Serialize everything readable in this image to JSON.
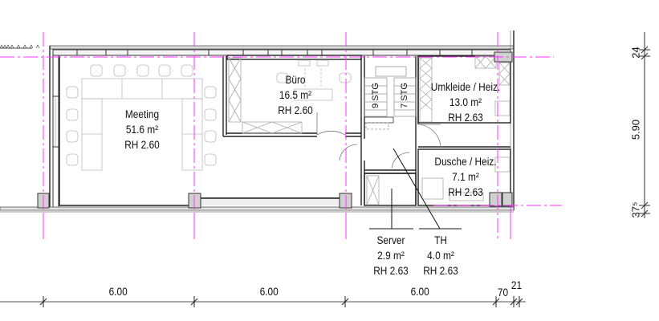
{
  "rooms": [
    {
      "name": "Meeting",
      "area": "51.6 m²",
      "height": "RH 2.60"
    },
    {
      "name": "Büro",
      "area": "16.5 m²",
      "height": "RH 2.60"
    },
    {
      "name": "Umkleide / Heiz.",
      "area": "13.0 m²",
      "height": "RH 2.63"
    },
    {
      "name": "Dusche / Heiz.",
      "area": "7.1 m²",
      "height": "RH 2.63"
    },
    {
      "name": "Server",
      "area": "2.9 m²",
      "height": "RH 2.63"
    },
    {
      "name": "TH",
      "area": "4.0 m²",
      "height": "RH 2.63"
    }
  ],
  "stairs": [
    {
      "label": "9 STG"
    },
    {
      "label": "7 STG"
    }
  ],
  "dimensions": {
    "horizontal": [
      "6.00",
      "6.00",
      "6.00",
      "70",
      "21"
    ],
    "vertical": [
      "24",
      "5.90",
      "37⁵"
    ]
  },
  "colors": {
    "axis_lines": "#ff33ff",
    "walls": "#333333",
    "columns": "#d0d0d0",
    "furniture": "#bbbbbb"
  }
}
